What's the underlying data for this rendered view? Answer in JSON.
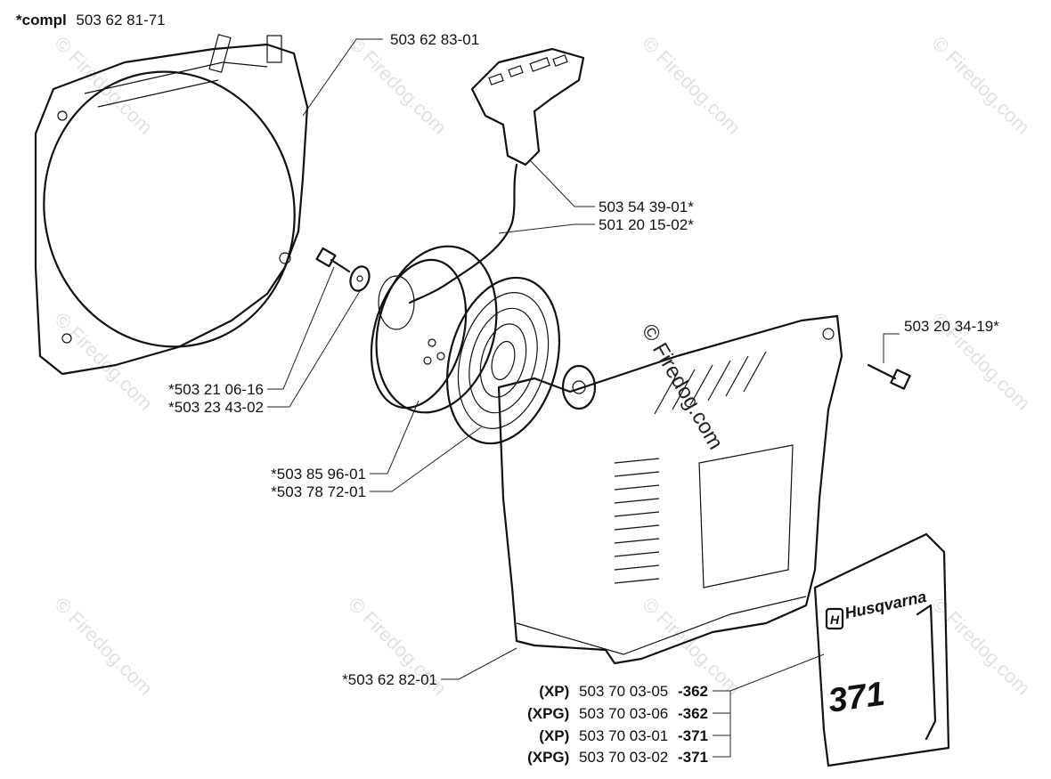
{
  "header": {
    "compl_prefix": "*compl",
    "compl_number": "503 62 81-71"
  },
  "parts": {
    "fan_housing": "503 62 83-01",
    "handle": "503 54 39-01*",
    "rope": "501 20 15-02*",
    "screw_right": "503 20 34-19*",
    "screw_left": "*503 21 06-16",
    "washer": "*503 23 43-02",
    "pulley": "*503 85 96-01",
    "spring": "*503 78 72-01",
    "cover": "*503 62 82-01"
  },
  "variants": [
    {
      "model": "(XP)",
      "part": "503 70 03-05",
      "size": "-362"
    },
    {
      "model": "(XPG)",
      "part": "503 70 03-06",
      "size": "-362"
    },
    {
      "model": "(XP)",
      "part": "503 70 03-01",
      "size": "-371"
    },
    {
      "model": "(XPG)",
      "part": "503 70 03-02",
      "size": "-371"
    }
  ],
  "decal": {
    "brand": "Husqvarna",
    "model": "371"
  },
  "watermark": {
    "text": "© Firedog.com"
  }
}
